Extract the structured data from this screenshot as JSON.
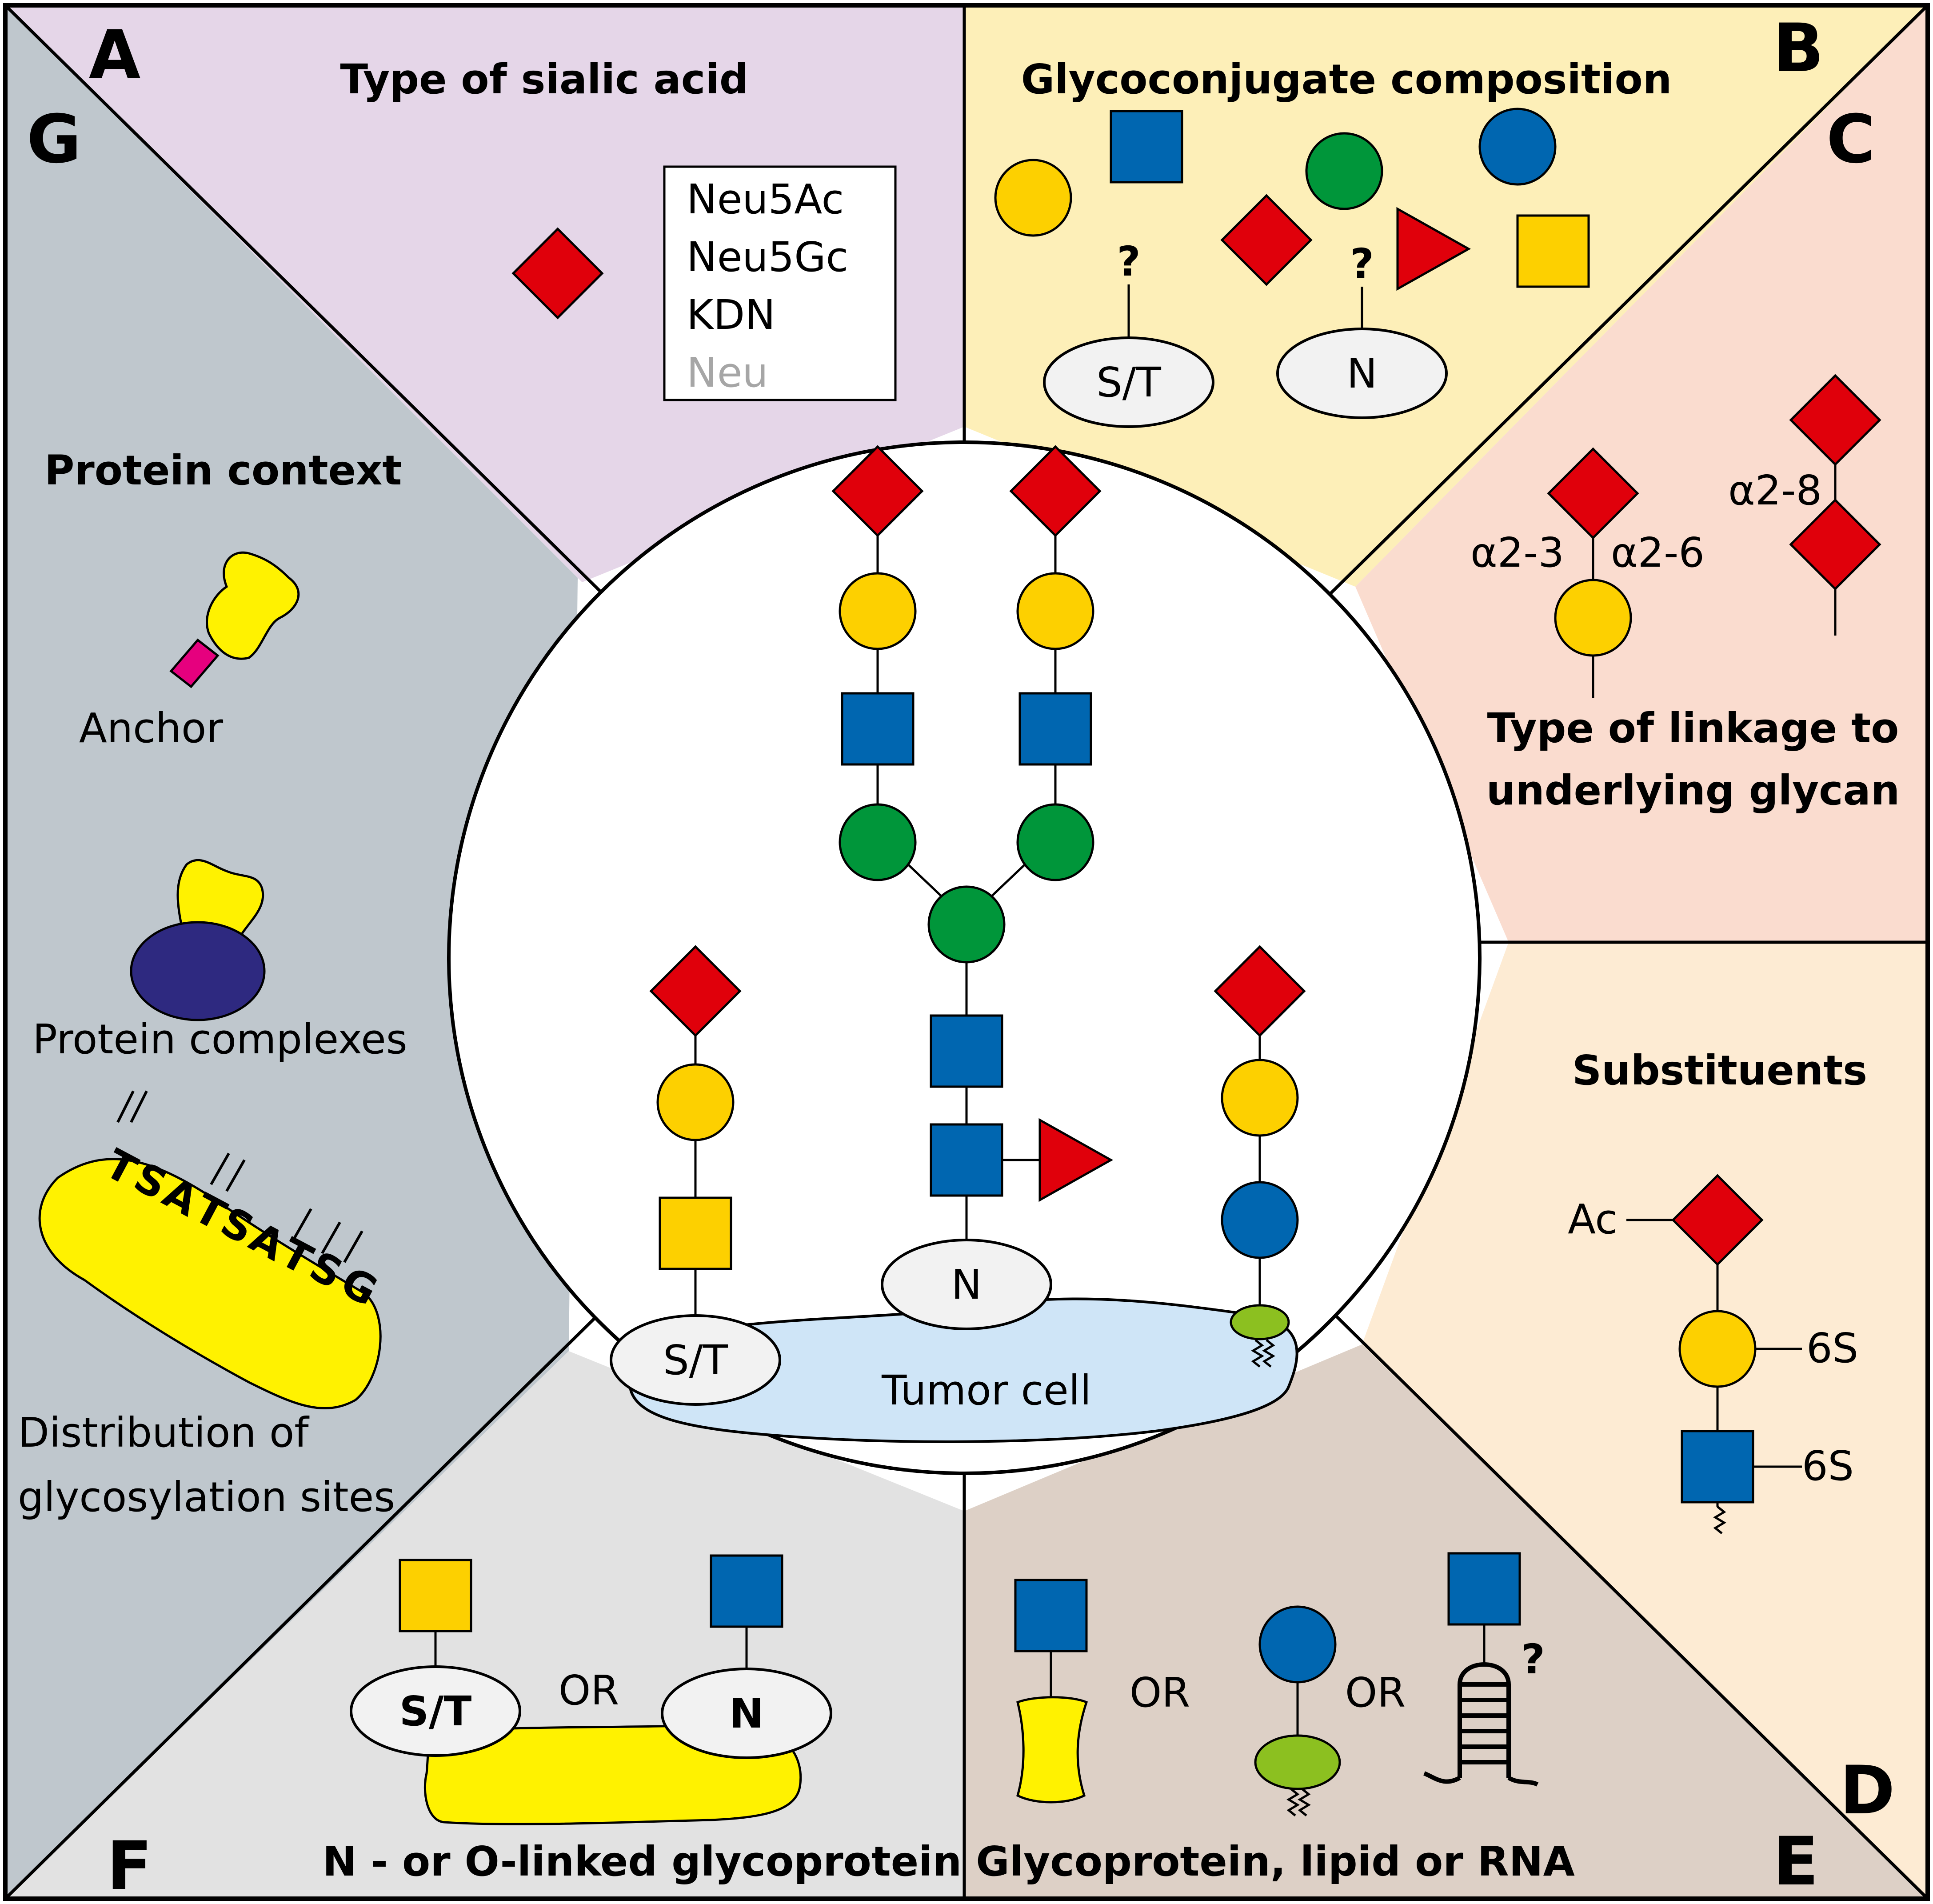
{
  "corners": {
    "a": "A",
    "b": "B",
    "c": "C",
    "d": "D",
    "e": "E",
    "f": "F",
    "g": "G"
  },
  "panels": {
    "a": {
      "title": "Type of sialic acid",
      "types": [
        "Neu5Ac",
        "Neu5Gc",
        "KDN",
        "Neu"
      ]
    },
    "b": {
      "title": "Glycoconjugate composition",
      "question": "?",
      "st_label": "S/T",
      "n_label": "N"
    },
    "c": {
      "title_line1": "Type of linkage to",
      "title_line2": "underlying glycan",
      "link_23": "α2-3",
      "link_26": "α2-6",
      "link_28": "α2-8"
    },
    "d": {
      "title": "Substituents",
      "ac": "Ac",
      "s6_a": "6S",
      "s6_b": "6S"
    },
    "e": {
      "title": "Glycoprotein, lipid or RNA",
      "or": "OR",
      "question": "?"
    },
    "f": {
      "title": "N - or O-linked glycoprotein",
      "st_label": "S/T",
      "n_label": "N",
      "or": "OR"
    },
    "g": {
      "title": "Protein context",
      "anchor": "Anchor",
      "complexes": "Protein complexes",
      "dist_line1": "Distribution of",
      "dist_line2": "glycosylation sites",
      "sequence": [
        "T",
        "S",
        "A",
        "T",
        "S",
        "A",
        "T",
        "S",
        "G"
      ]
    }
  },
  "center": {
    "cell_label": "Tumor cell",
    "n_label": "N",
    "st_label": "S/T"
  },
  "colors": {
    "panel_a": "#e5d6e8",
    "panel_bc": "#fdefb8",
    "panel_c": "#fadccf",
    "panel_d": "#fdebd3",
    "panel_e": "#ddd0c6",
    "panel_f": "#e2e2e2",
    "panel_g": "#bfc7cd",
    "sialic_red": "#e0000b",
    "galactose_yellow": "#fdd000",
    "glcnac_blue": "#0066b0",
    "mannose_green": "#00963a",
    "protein_yellow": "#fff200",
    "cell_blue": "#cfe5f7",
    "lipid_green": "#8cc020",
    "complex_navy": "#2e2980",
    "anchor_pink": "#e6007e",
    "muted_gray": "#a6a6a6"
  }
}
